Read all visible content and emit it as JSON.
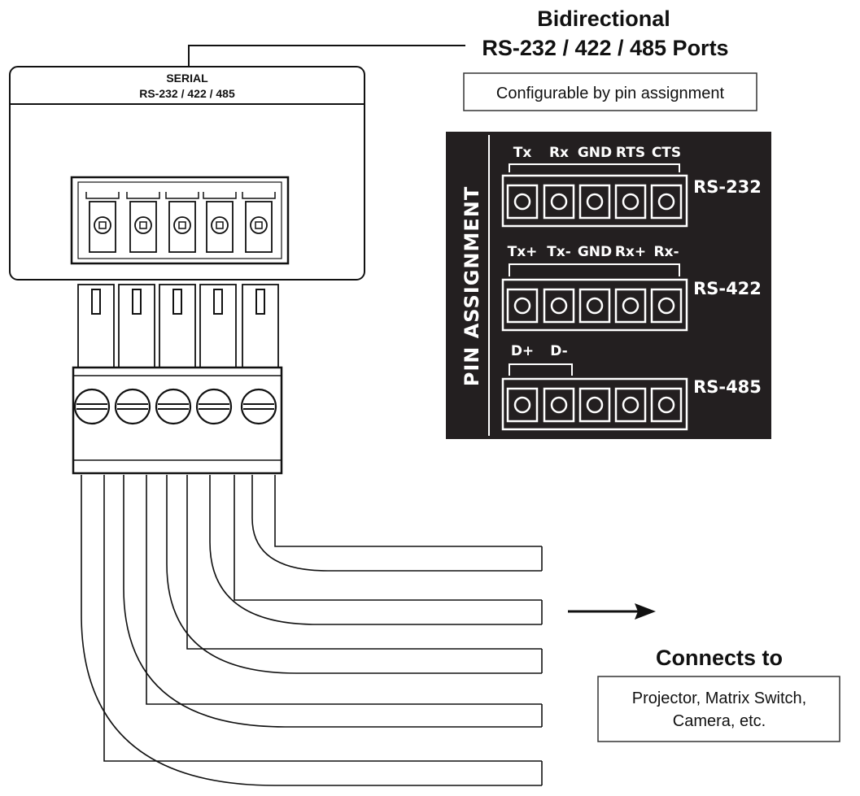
{
  "header": {
    "title_line1": "Bidirectional",
    "title_line2": "RS-232 / 422 / 485 Ports",
    "configurable_note": "Configurable by pin assignment"
  },
  "device_panel": {
    "label_line1": "SERIAL",
    "label_line2": "RS-232 / 422 / 485"
  },
  "pin_assignment": {
    "vertical_title": "PIN ASSIGNMENT",
    "rows": [
      {
        "name": "RS-232",
        "pins": [
          "Tx",
          "Rx",
          "GND",
          "RTS",
          "CTS"
        ]
      },
      {
        "name": "RS-422",
        "pins": [
          "Tx+",
          "Tx-",
          "GND",
          "Rx+",
          "Rx-"
        ]
      },
      {
        "name": "RS-485",
        "pins": [
          "D+",
          "D-"
        ]
      }
    ]
  },
  "connects": {
    "heading": "Connects to",
    "box_line1": "Projector, Matrix Switch,",
    "box_line2": "Camera, etc."
  },
  "colors": {
    "panel_dark": "#231f20",
    "line": "#111111",
    "connector_fill": "#ffffff"
  }
}
